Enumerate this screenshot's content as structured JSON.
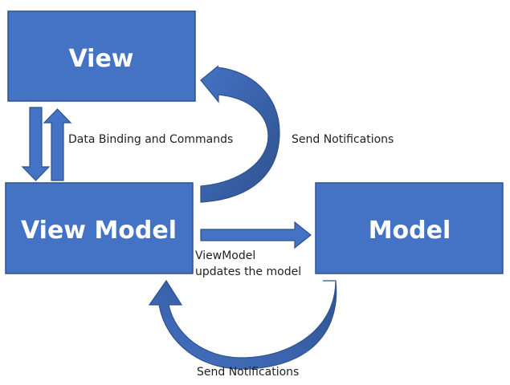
{
  "diagram": {
    "nodes": {
      "view": {
        "label": "View"
      },
      "view_model": {
        "label": "View Model"
      },
      "model": {
        "label": "Model"
      }
    },
    "edges": {
      "data_binding": {
        "label": "Data Binding and Commands"
      },
      "notify_view": {
        "label": "Send Notifications"
      },
      "update_model": {
        "line1": "ViewModel",
        "line2": "updates the model"
      },
      "notify_viewmodel": {
        "label": "Send Notifications"
      }
    }
  },
  "colors": {
    "box_fill": "#4472C4",
    "box_border": "#2F528F",
    "arrow_fill": "#4472C4",
    "arrow_dark": "#2F528F",
    "label_text": "#FFFFFF"
  }
}
